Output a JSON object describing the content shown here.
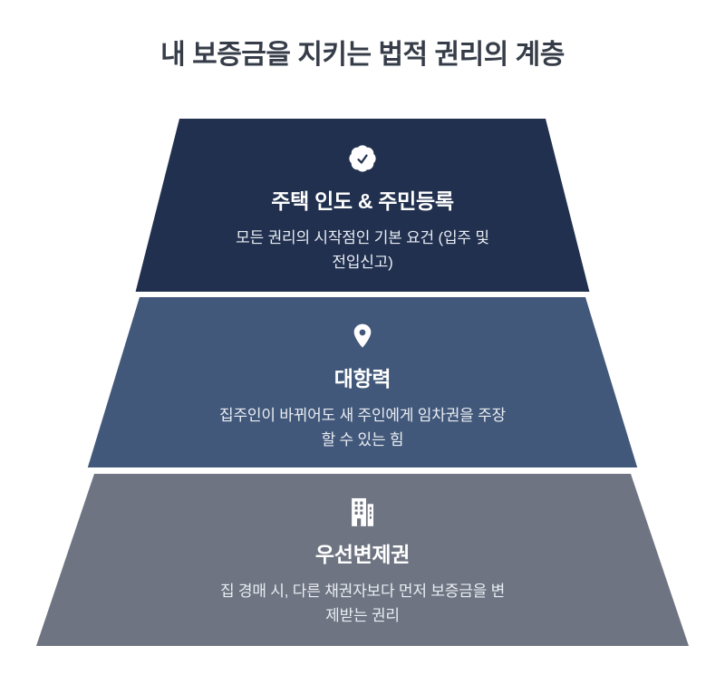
{
  "title": "내 보증금을 지키는 법적 권리의 계층",
  "pyramid": {
    "levels": [
      {
        "icon": "badge-check-icon",
        "heading": "주택 인도 & 주민등록",
        "description": "모든 권리의 시작점인 기본 요건 (입주 및\n전입신고)",
        "color": "#21304f"
      },
      {
        "icon": "map-pin-icon",
        "heading": "대항력",
        "description": "집주인이 바뀌어도 새 주인에게 임차권을 주장\n할 수 있는 힘",
        "color": "#42587a"
      },
      {
        "icon": "building-icon",
        "heading": "우선변제권",
        "description": "집 경매 시, 다른 채권자보다 먼저 보증금을 변\n제받는 권리",
        "color": "#6e7481"
      }
    ]
  },
  "colors": {
    "background": "#ffffff",
    "title_text": "#363d49",
    "heading_text": "#ffffff",
    "description_text": "#e9edf3"
  }
}
